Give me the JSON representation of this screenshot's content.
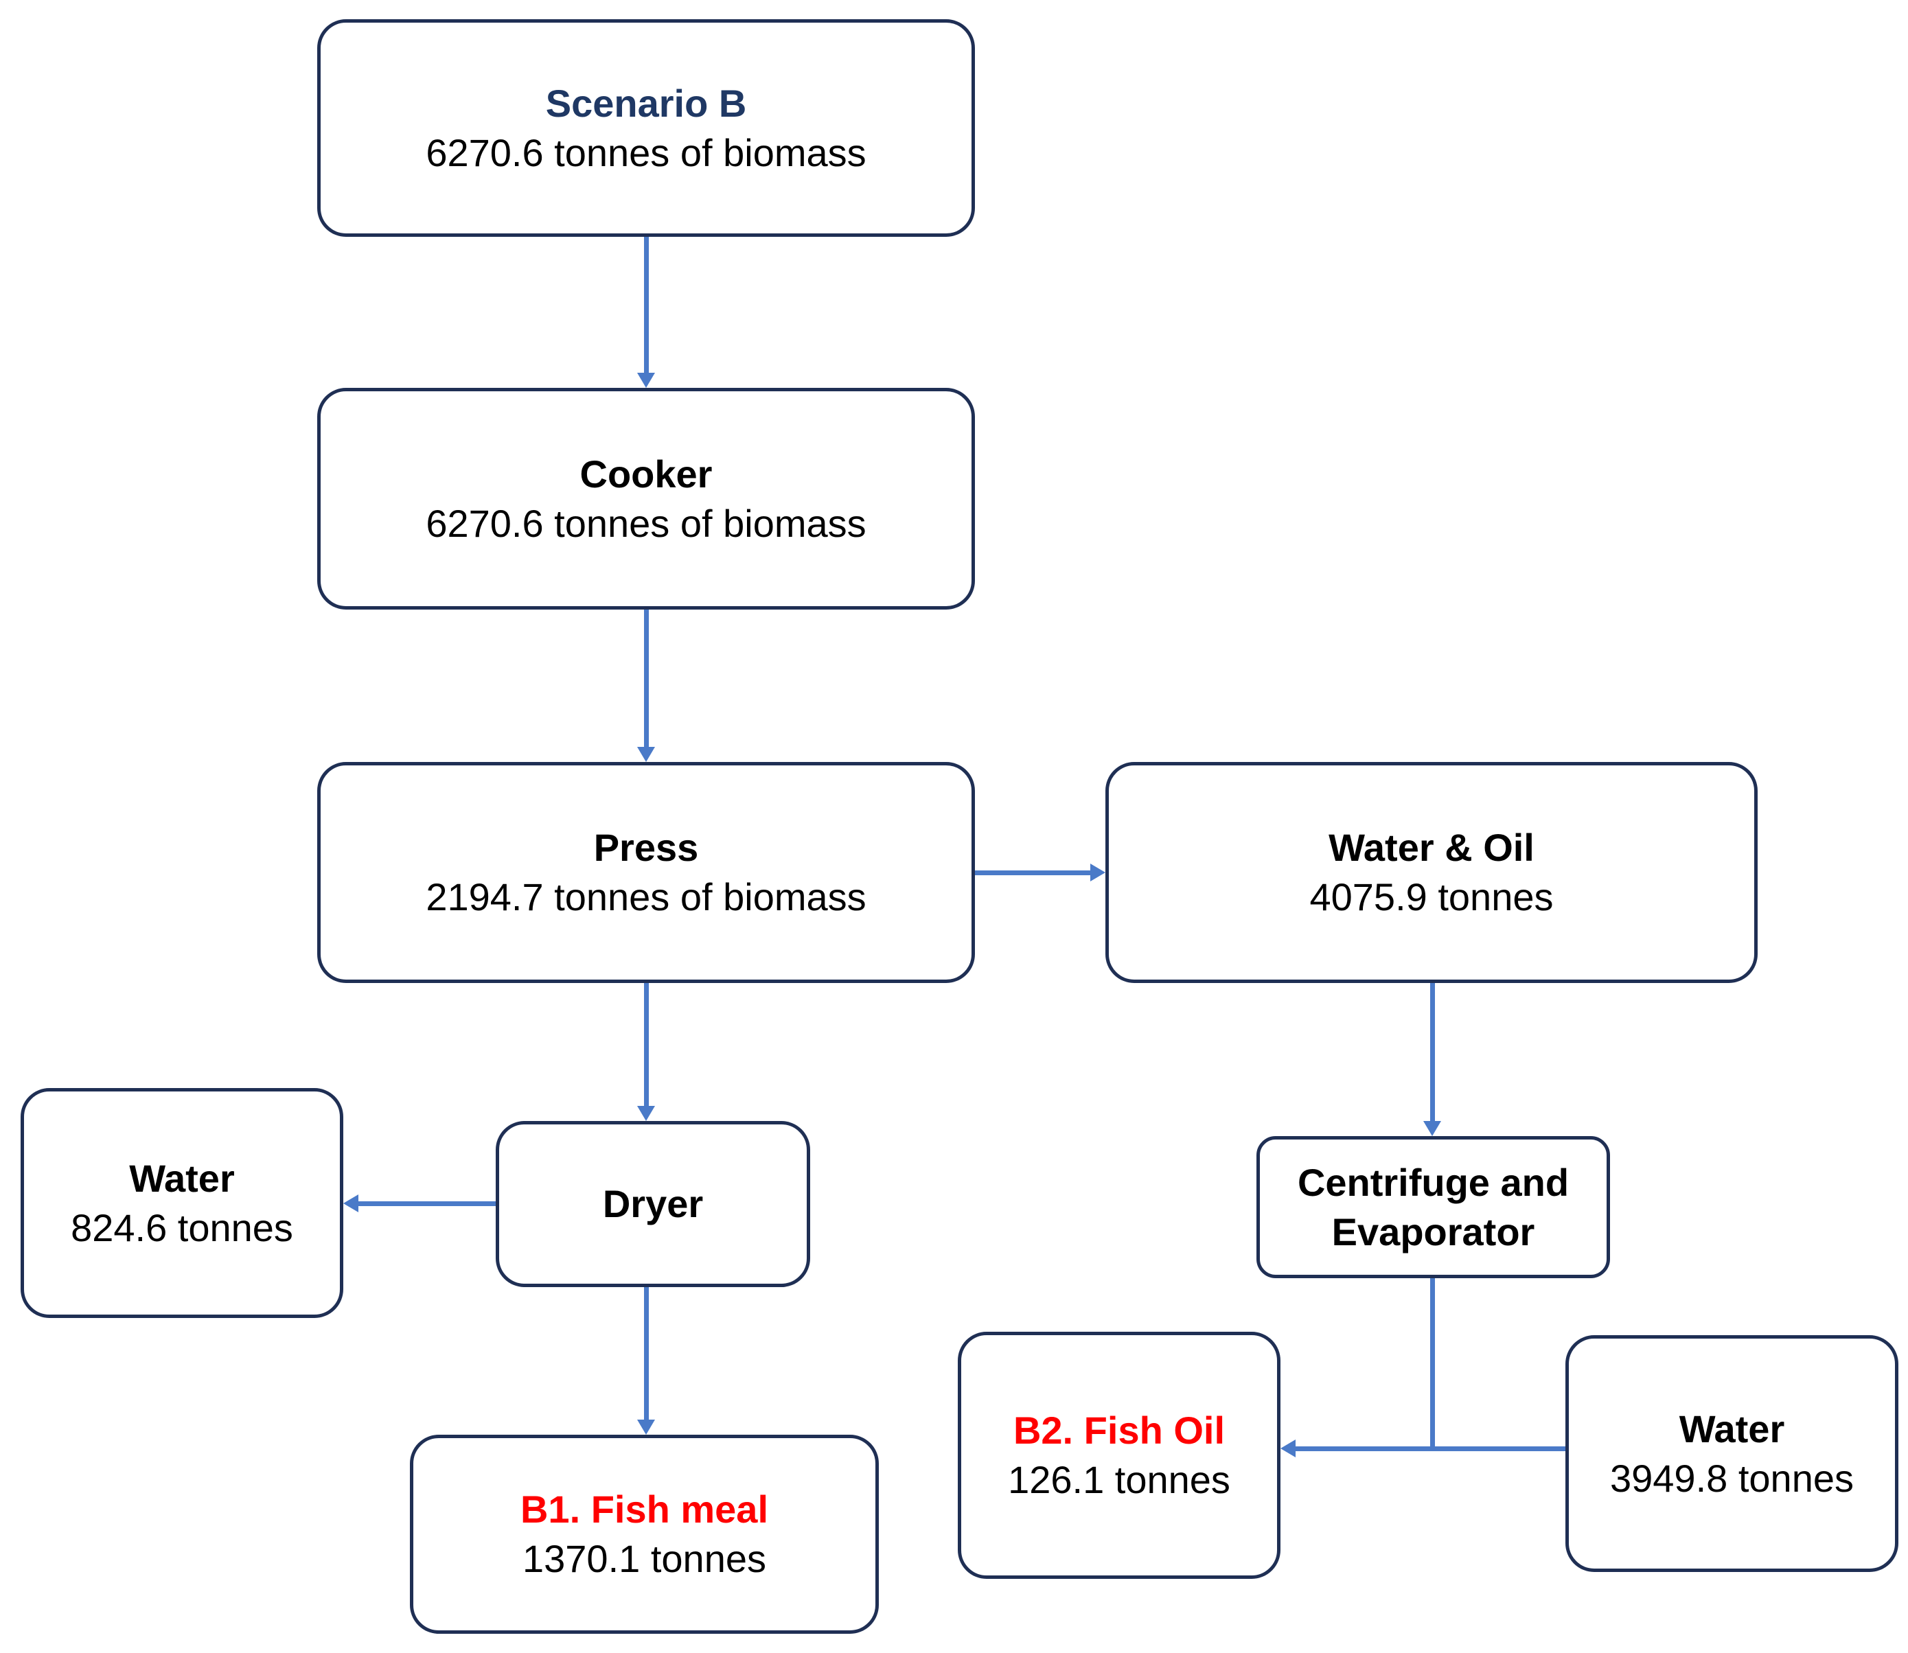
{
  "diagram": {
    "title": "Scenario B fish processing mass balance flowchart",
    "colors": {
      "box_border": "#1f2f54",
      "connector": "#4a7ac8",
      "title_navy": "#1f3864",
      "product_red": "#ff0000",
      "body_text": "#000000",
      "background": "#ffffff"
    },
    "nodes": {
      "scenario": {
        "label": "Scenario B",
        "value": "6270.6 tonnes of biomass"
      },
      "cooker": {
        "label": "Cooker",
        "value": "6270.6 tonnes of biomass"
      },
      "press": {
        "label": "Press",
        "value": "2194.7 tonnes of biomass"
      },
      "water_oil": {
        "label": "Water & Oil",
        "value": "4075.9 tonnes"
      },
      "water_dryer": {
        "label": "Water",
        "value": "824.6 tonnes"
      },
      "dryer": {
        "label": "Dryer",
        "value": ""
      },
      "centrifuge": {
        "label_line1": "Centrifuge and",
        "label_line2": "Evaporator",
        "value": ""
      },
      "fish_meal": {
        "label": "B1. Fish meal",
        "value": "1370.1 tonnes"
      },
      "fish_oil": {
        "label": "B2. Fish Oil",
        "value": "126.1 tonnes"
      },
      "water_centrifuge": {
        "label": "Water",
        "value": "3949.8 tonnes"
      }
    },
    "edges": [
      {
        "id": "scenario-to-cooker",
        "from": "scenario",
        "to": "cooker",
        "direction": "down"
      },
      {
        "id": "cooker-to-press",
        "from": "cooker",
        "to": "press",
        "direction": "down"
      },
      {
        "id": "press-to-water-oil",
        "from": "press",
        "to": "water_oil",
        "direction": "right"
      },
      {
        "id": "press-to-dryer",
        "from": "press",
        "to": "dryer",
        "direction": "down"
      },
      {
        "id": "dryer-to-water",
        "from": "dryer",
        "to": "water_dryer",
        "direction": "left"
      },
      {
        "id": "dryer-to-fish-meal",
        "from": "dryer",
        "to": "fish_meal",
        "direction": "down"
      },
      {
        "id": "water-oil-to-centrifuge",
        "from": "water_oil",
        "to": "centrifuge",
        "direction": "down"
      },
      {
        "id": "centrifuge-to-fish-oil",
        "from": "centrifuge",
        "to": "fish_oil",
        "direction": "left"
      },
      {
        "id": "centrifuge-to-water",
        "from": "centrifuge",
        "to": "water_centrifuge",
        "direction": "right"
      }
    ]
  }
}
